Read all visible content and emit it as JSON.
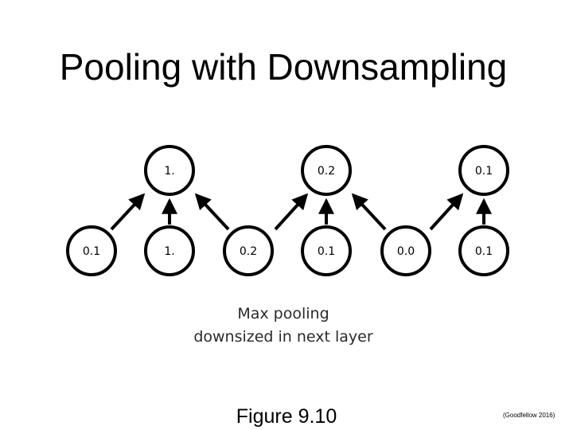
{
  "title": "Pooling with Downsampling",
  "pooled_layer": {
    "nodes": [
      {
        "label": "1."
      },
      {
        "label": "0.2"
      },
      {
        "label": "0.1"
      }
    ]
  },
  "input_layer": {
    "nodes": [
      {
        "label": "0.1"
      },
      {
        "label": "1."
      },
      {
        "label": "0.2"
      },
      {
        "label": "0.1"
      },
      {
        "label": "0.0"
      },
      {
        "label": "0.1"
      }
    ]
  },
  "caption": {
    "line1": "Max pooling",
    "line2": "downsized in next layer"
  },
  "figure_label": "Figure 9.10",
  "citation": "(Goodfellow 2016)"
}
